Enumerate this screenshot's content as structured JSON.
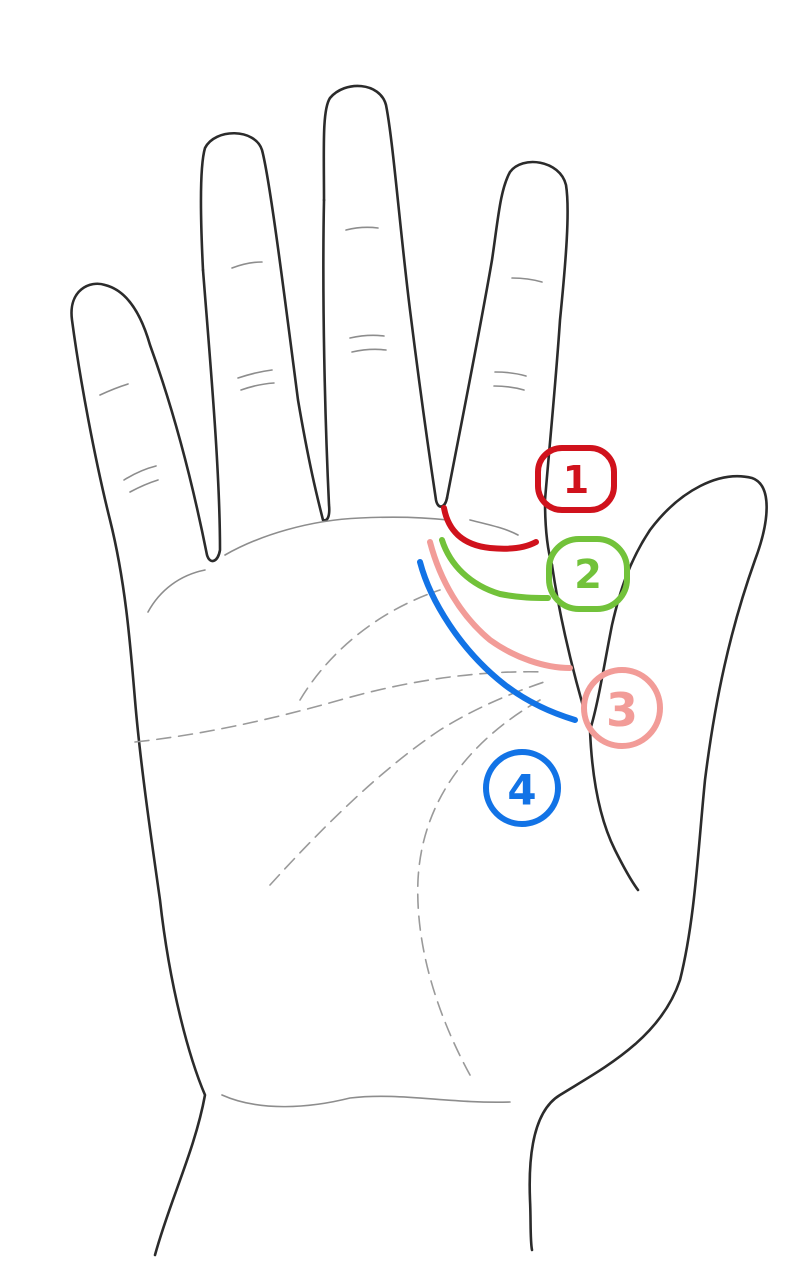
{
  "colors": {
    "outline": "#2b2b2b",
    "crease": "#8d8d8d",
    "dashed_lines": "#9a9a9a",
    "marker_1": "#d0121c",
    "marker_2": "#72c23a",
    "marker_3": "#f29c98",
    "marker_4": "#1273e6"
  },
  "markers": [
    {
      "id": "1",
      "label": "1",
      "color": "#d0121c"
    },
    {
      "id": "2",
      "label": "2",
      "color": "#72c23a"
    },
    {
      "id": "3",
      "label": "3",
      "color": "#f29c98"
    },
    {
      "id": "4",
      "label": "4",
      "color": "#1273e6"
    }
  ]
}
